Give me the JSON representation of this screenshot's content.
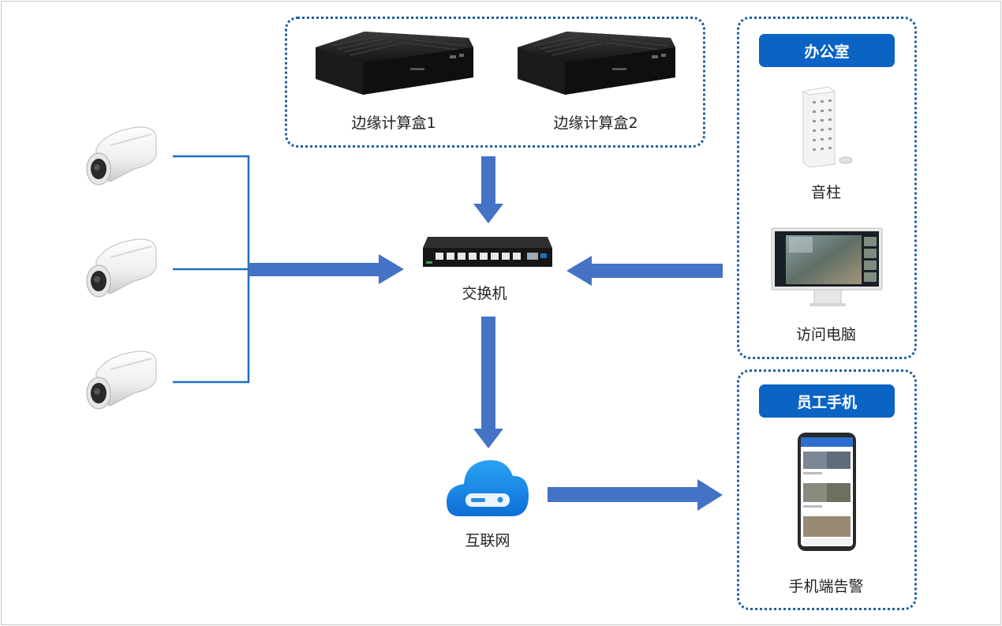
{
  "nodes": {
    "edge_box_1": "边缘计算盒1",
    "edge_box_2": "边缘计算盒2",
    "switch": "交换机",
    "internet": "互联网",
    "speaker": "音柱",
    "pc": "访问电脑",
    "phone_alarm": "手机端告警"
  },
  "groups": {
    "office": "办公室",
    "staff_phone": "员工手机"
  },
  "colors": {
    "arrow": "#4472c4",
    "line": "#1f6fc2",
    "pill": "#0b63c4",
    "border": "#1f5fa0"
  }
}
